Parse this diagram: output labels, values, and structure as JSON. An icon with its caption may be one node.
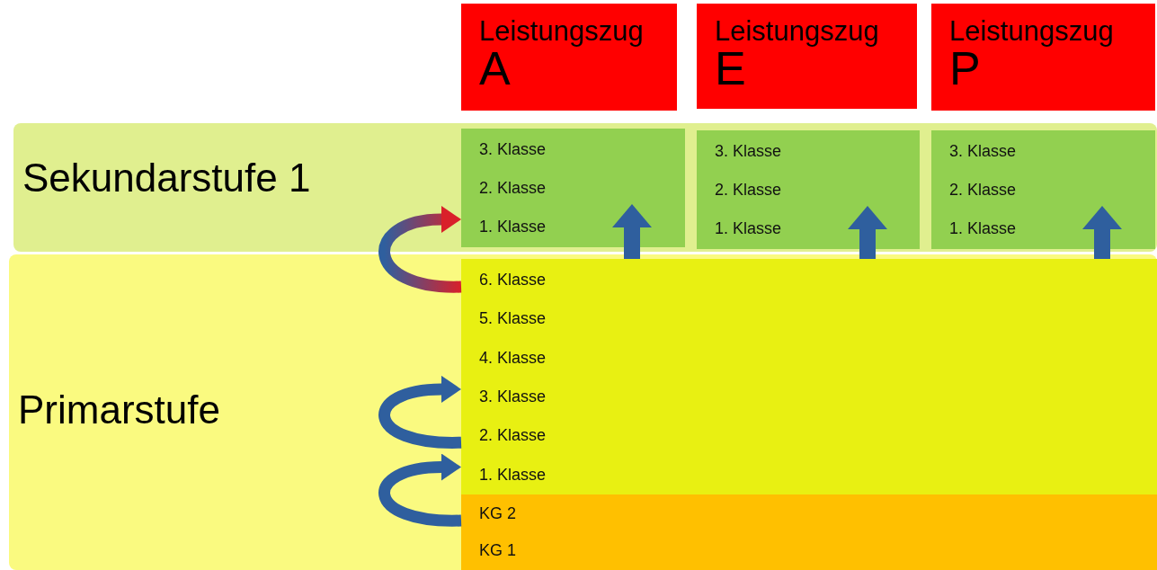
{
  "diagram": {
    "nodes": [
      {
        "text": [
          "Leistungszug",
          "A"
        ]
      },
      {
        "text": [
          "Leistungszug",
          "E"
        ]
      },
      {
        "text": [
          "Leistungszug",
          "P"
        ]
      },
      {
        "text": [
          "Sekundarstufe 1"
        ]
      },
      {
        "text": [],
        "shape": "box",
        "in": 3
      },
      {
        "text": [
          "3. Klasse"
        ],
        "in": 4
      },
      {
        "text": [
          "2. Klasse"
        ],
        "in": 4
      },
      {
        "text": [
          "1. Klasse"
        ],
        "in": 4
      },
      {
        "text": [],
        "shape": "box",
        "in": 3
      },
      {
        "text": [
          "3. Klasse"
        ],
        "in": 8
      },
      {
        "text": [
          "2. Klasse"
        ],
        "in": 8
      },
      {
        "text": [
          "1. Klasse"
        ],
        "in": 8
      },
      {
        "text": [],
        "shape": "box",
        "in": 3
      },
      {
        "text": [
          "3. Klasse"
        ],
        "in": 12
      },
      {
        "text": [
          "2. Klasse"
        ],
        "in": 12
      },
      {
        "text": [
          "1. Klasse"
        ],
        "in": 12
      },
      {
        "text": [
          "Primarstufe"
        ]
      },
      {
        "text": [],
        "shape": "box",
        "in": 16
      },
      {
        "text": [
          "6. Klasse"
        ],
        "in": 17
      },
      {
        "text": [
          "5. Klasse"
        ],
        "in": 17
      },
      {
        "text": [
          "4. Klasse"
        ],
        "in": 17
      },
      {
        "text": [
          "3. Klasse"
        ],
        "in": 17
      },
      {
        "text": [
          "2. Klasse"
        ],
        "in": 17
      },
      {
        "text": [
          "1. Klasse"
        ],
        "in": 17
      },
      {
        "text": [],
        "shape": "box",
        "in": 16
      },
      {
        "text": [
          "KG 2"
        ],
        "in": 24
      },
      {
        "text": [
          "KG 1"
        ],
        "in": 24
      }
    ],
    "edges": [
      {
        "from": 17,
        "to": 4,
        "arrow": "to"
      },
      {
        "from": 17,
        "to": 8,
        "arrow": "to"
      },
      {
        "from": 17,
        "to": 12,
        "arrow": "to"
      },
      {
        "from": 18,
        "to": 7,
        "arrow": "to",
        "color": "#d9202a"
      },
      {
        "from": 22,
        "to": 21,
        "arrow": "to"
      },
      {
        "from": 25,
        "to": 23,
        "arrow": "to"
      }
    ]
  }
}
